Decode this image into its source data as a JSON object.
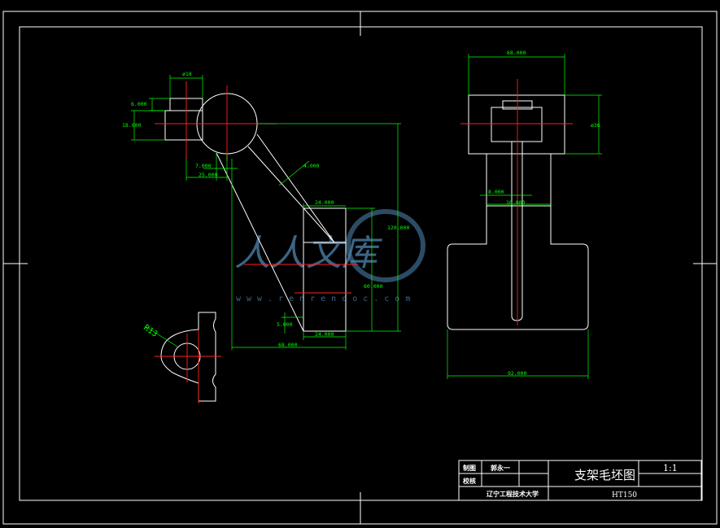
{
  "drawing": {
    "dimensions": {
      "d18": "ø18",
      "d6": "6.000",
      "d18b": "18.000",
      "d7": "7.000",
      "d25": "25.000",
      "d4": "4.000",
      "d24a": "24.000",
      "d120": "120.000",
      "d60": "60.000",
      "d5": "5.000",
      "d24b": "24.000",
      "d68": "68.000",
      "r13": "R13",
      "d68top": "68.000",
      "d36": "ø36",
      "d8": "8.000",
      "d16": "16.000",
      "d92": "92.000"
    },
    "watermark": {
      "text": "人人文库",
      "url": "www.renrendoc.com"
    }
  },
  "title_block": {
    "drawn_label": "制图",
    "drawn_name": "郭永一",
    "checked_label": "校核",
    "title": "支架毛坯图",
    "scale": "1:1",
    "school": "辽宁工程技术大学",
    "material": "HT150"
  },
  "colors": {
    "background": "#000000",
    "object_lines": "#ffffff",
    "center_lines": "#ff2020",
    "dimension_lines": "#00ff00",
    "watermark": "#4a7fa8"
  }
}
